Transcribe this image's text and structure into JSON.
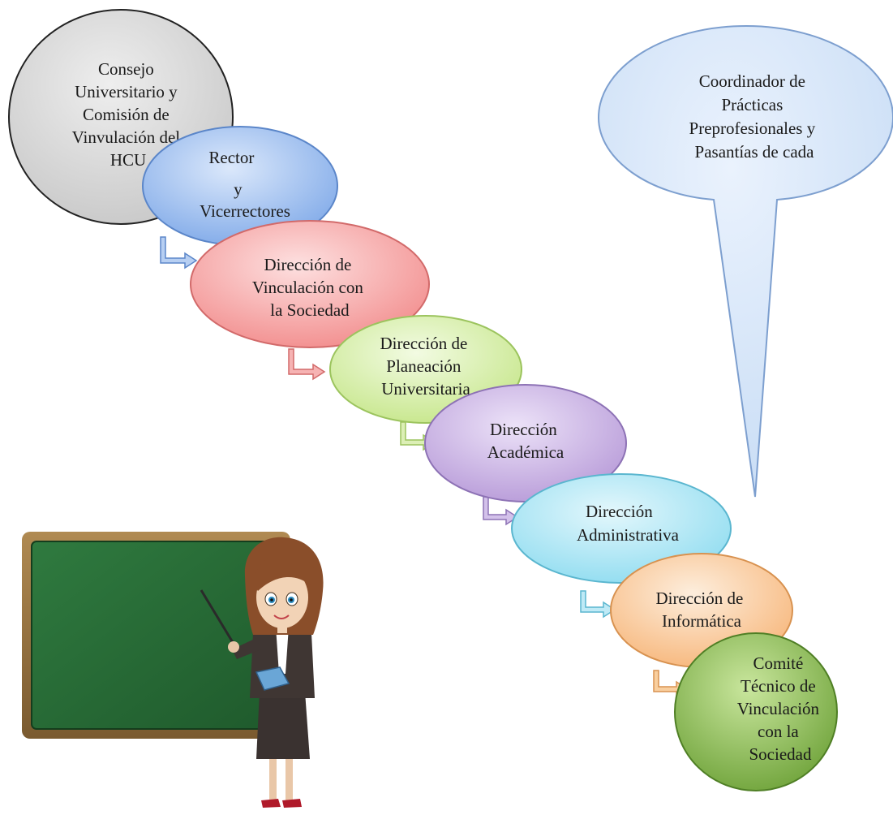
{
  "diagram": {
    "nodes": [
      {
        "id": "consejo",
        "lines": [
          "Consejo",
          "Universitario y",
          "Comisión de",
          "Vinvulación del",
          "HCU"
        ],
        "fill": "#c8c8c8",
        "fill_light": "#eeeeee",
        "stroke": "#222222"
      },
      {
        "id": "rector",
        "lines": [
          "Rector",
          "y",
          "Vicerrectores"
        ],
        "fill": "#7fa9e8",
        "fill_light": "#dbe8fb",
        "stroke": "#5b86c9"
      },
      {
        "id": "vinculacion",
        "lines": [
          "Dirección de",
          "Vinculación con",
          "la Sociedad"
        ],
        "fill": "#f28c8c",
        "fill_light": "#fde0e0",
        "stroke": "#d26a6a"
      },
      {
        "id": "planeacion",
        "lines": [
          "Dirección de",
          "Planeación",
          "Universitaria"
        ],
        "fill": "#c6e68a",
        "fill_light": "#f2fbe2",
        "stroke": "#9cc45e"
      },
      {
        "id": "academica",
        "lines": [
          "Dirección",
          "Académica"
        ],
        "fill": "#b79ad8",
        "fill_light": "#ece2f8",
        "stroke": "#8d72b5"
      },
      {
        "id": "administrativa",
        "lines": [
          "Dirección",
          "Administrativa"
        ],
        "fill": "#8fdcf0",
        "fill_light": "#e3f7fc",
        "stroke": "#5ab6cf"
      },
      {
        "id": "informatica",
        "lines": [
          "Dirección de",
          "Informática"
        ],
        "fill": "#f7b67a",
        "fill_light": "#fdeedd",
        "stroke": "#d89250"
      },
      {
        "id": "comite",
        "lines": [
          "Comité",
          "Técnico de",
          "Vinculación",
          "con la",
          "Sociedad"
        ],
        "fill": "#6fa33a",
        "fill_light": "#c9e69d",
        "stroke": "#4f7f25"
      }
    ],
    "callout": {
      "lines": [
        "Coordinador de",
        "Prácticas",
        "Preprofesionales y",
        "Pasantías de cada"
      ],
      "fill": "#c7dcf5",
      "fill_light": "#eaf2fd",
      "stroke": "#7d9fcf"
    },
    "colors": {
      "board_frame": "#7a5a2f",
      "board_inner": "#1f5a2c",
      "board_light": "#2f7a3f"
    }
  }
}
